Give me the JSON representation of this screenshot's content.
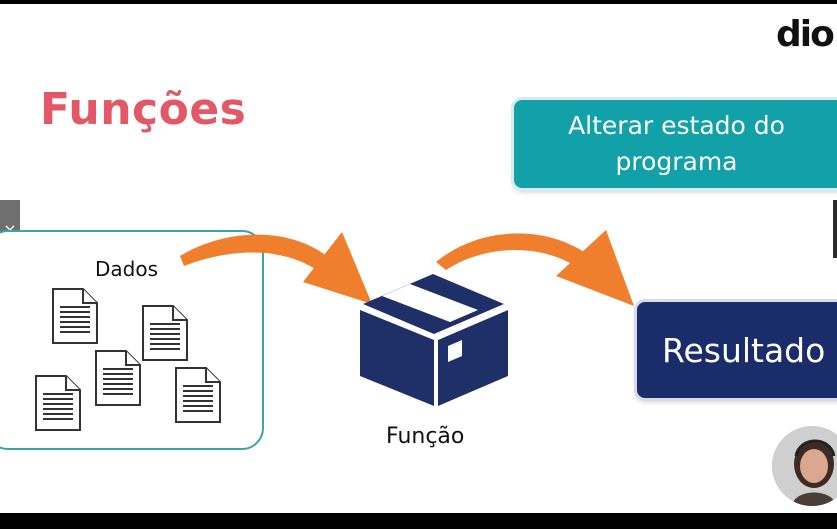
{
  "slide": {
    "title": "Funções",
    "logo": "dio",
    "dados_label": "Dados",
    "funcao_label": "Função",
    "alterar_line1": "Alterar estado do",
    "alterar_line2": "programa",
    "resultado_label": "Resultado",
    "side_tab_glyph": "×"
  },
  "colors": {
    "title": "#e25866",
    "teal": "#12a1a9",
    "navy": "#1b2c6b",
    "box_navy": "#1f3068",
    "arrow_orange": "#ef7f2d",
    "data_border": "#3aa5a8"
  },
  "icons": [
    "document-icon",
    "box-icon",
    "arrow-icon",
    "presenter-avatar"
  ]
}
